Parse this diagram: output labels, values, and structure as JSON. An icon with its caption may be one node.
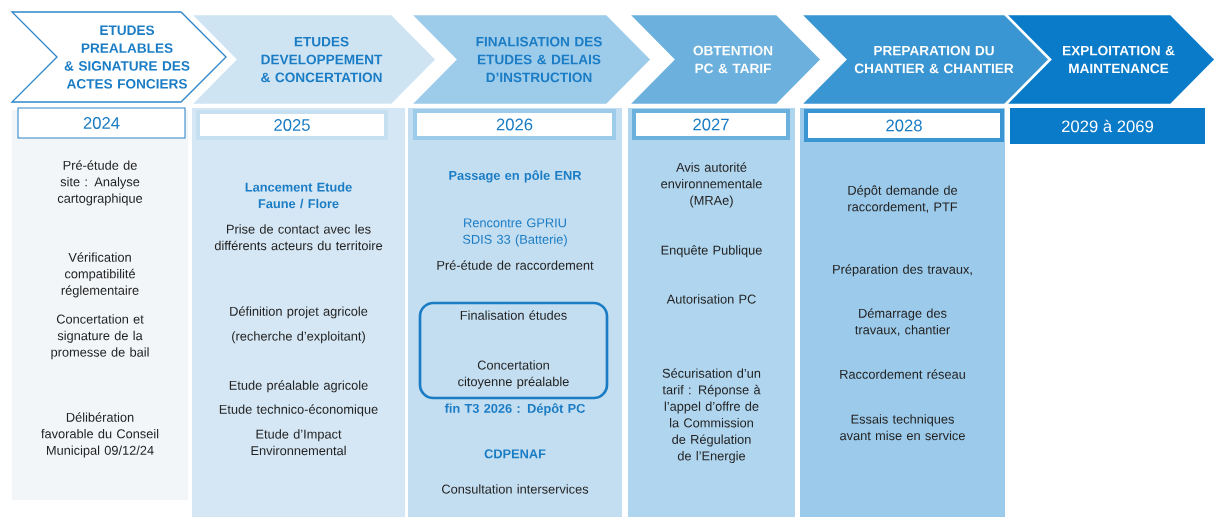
{
  "diagram": {
    "nodes": [
      {
        "text": [
          "ETUDES PREALABLES & SIGNATURE DES ACTES FONCIERS"
        ]
      },
      {
        "text": [
          "Pré-étude de site : Analyse cartographique",
          "Vérification compatibilité réglementaire",
          "Concertation et signature de la promesse de bail",
          "Délibération favorable du Conseil Municipal 09/12/24"
        ]
      },
      {
        "text": [
          "2024"
        ],
        "in": 1
      },
      {
        "text": [
          "ETUDES DEVELOPPEMENT & CONCERTATION"
        ]
      },
      {
        "text": [
          "Lancement Etude Faune / Flore",
          "Prise de contact avec les différents acteurs du territoire",
          "Définition projet agricole",
          "(recherche d’exploitant)",
          "Etude préalable agricole",
          "Etude technico-économique",
          "Etude d’Impact Environnemental"
        ]
      },
      {
        "text": [
          "2025"
        ],
        "in": 4
      },
      {
        "text": [
          "FINALISATION DES ETUDES & DELAIS D’INSTRUCTION"
        ]
      },
      {
        "text": [
          "Passage en pôle ENR",
          "Rencontre GPRIU SDIS 33 (Batterie)",
          "Pré-étude de raccordement",
          "fin T3 2026 : Dépôt PC",
          "CDPENAF",
          "Consultation interservices"
        ]
      },
      {
        "text": [
          "2026"
        ],
        "in": 7
      },
      {
        "text": [
          "Finalisation études",
          "Concertation citoyenne préalable"
        ],
        "in": 7
      },
      {
        "text": [
          "OBTENTION PC & TARIF"
        ]
      },
      {
        "text": [
          "Avis autorité environnementale (MRAe)",
          "Enquête Publique",
          "Autorisation PC",
          "Sécurisation d’un tarif : Réponse à l’appel d’offre de la Commission de Régulation de l’Energie"
        ]
      },
      {
        "text": [
          "2027"
        ],
        "in": 11
      },
      {
        "text": [
          "PREPARATION DU CHANTIER & CHANTIER"
        ]
      },
      {
        "text": [
          "Dépôt demande de raccordement, PTF",
          "Préparation des travaux,",
          "Démarrage des travaux, chantier",
          "Raccordement réseau",
          "Essais techniques avant mise en service"
        ]
      },
      {
        "text": [
          "2028"
        ],
        "in": 14
      },
      {
        "text": [
          "EXPLOITATION & MAINTENANCE"
        ]
      },
      {
        "text": [
          "2029 à 2069"
        ]
      }
    ]
  }
}
